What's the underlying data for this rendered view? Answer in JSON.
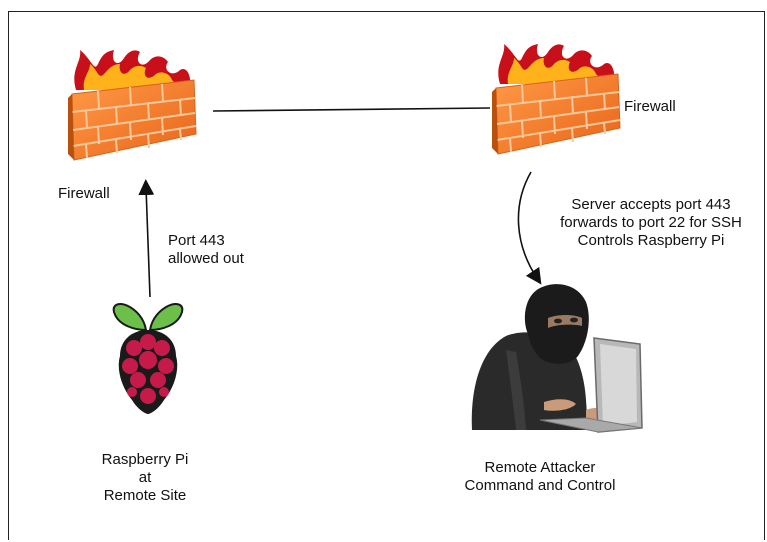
{
  "diagram": {
    "firewall_left_label": "Firewall",
    "firewall_right_label": "Firewall",
    "port_note": [
      "Port 443",
      "allowed out"
    ],
    "server_note": [
      "Server accepts port 443",
      "forwards to port 22 for SSH",
      "Controls Raspberry Pi"
    ],
    "pi_label": [
      "Raspberry Pi",
      "at",
      "Remote Site"
    ],
    "attacker_label": [
      "Remote Attacker",
      "Command and Control"
    ]
  },
  "colors": {
    "brick": "#f07a2a",
    "mortar": "#f8c79a",
    "flame_outer": "#c8101a",
    "flame_inner": "#ffb21a",
    "raspberry": "#c51a4a",
    "leaf": "#6cc04a"
  }
}
